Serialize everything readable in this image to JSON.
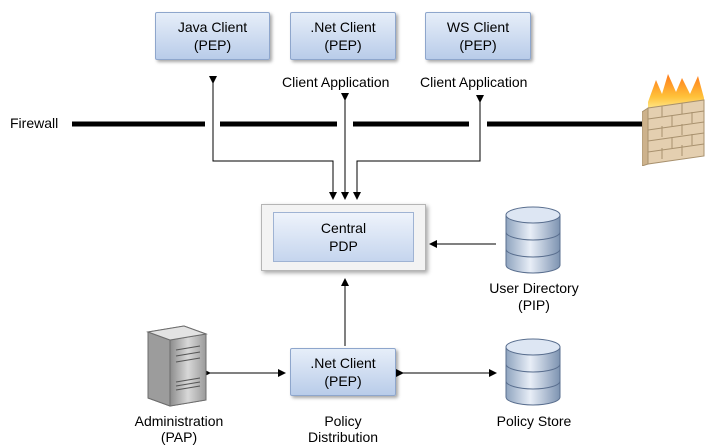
{
  "firewall": {
    "label": "Firewall"
  },
  "clients": [
    {
      "name": "Java Client",
      "role": "(PEP)"
    },
    {
      "name": ".Net Client",
      "role": "(PEP)",
      "caption": "Client Application"
    },
    {
      "name": "WS Client",
      "role": "(PEP)",
      "caption": "Client Application"
    }
  ],
  "pdp": {
    "line1": "Central",
    "line2": "PDP"
  },
  "user_directory": {
    "line1": "User Directory",
    "line2": "(PIP)"
  },
  "distribution": {
    "name": ".Net Client",
    "role": "(PEP)",
    "caption1": "Policy",
    "caption2": "Distribution"
  },
  "administration": {
    "line1": "Administration",
    "line2": "(PAP)"
  },
  "policy_store": {
    "label": "Policy Store"
  }
}
